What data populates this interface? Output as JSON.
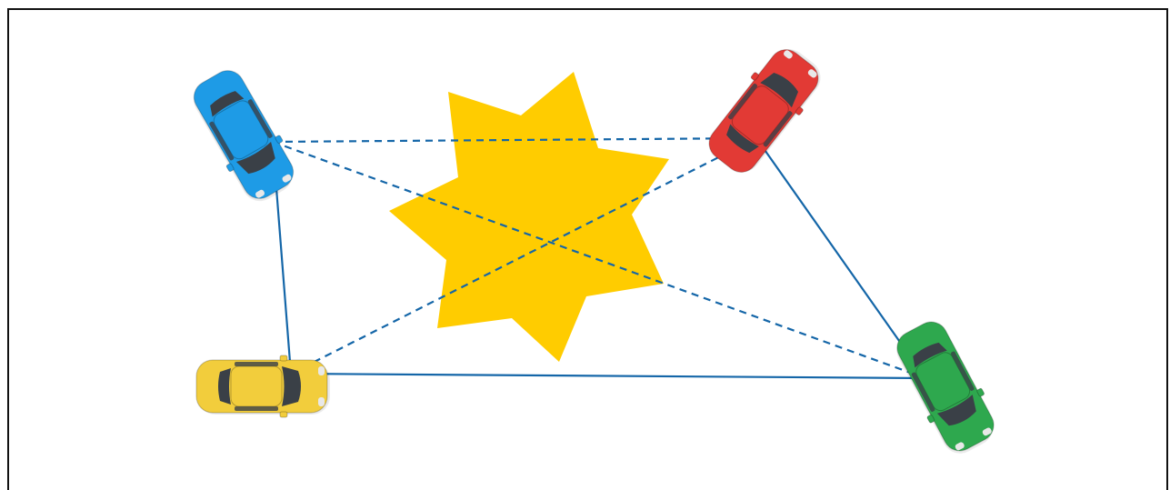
{
  "colors": {
    "background": "#ffffff",
    "frame": "#111111",
    "link": "#1466a8",
    "burst": "#ffcc00",
    "glass": "#3a4047",
    "light": "#e8e8e8"
  },
  "nodes": [
    {
      "id": "blue",
      "color": "#1e9be6",
      "icon": "car-icon"
    },
    {
      "id": "red",
      "color": "#e23a35",
      "icon": "car-icon"
    },
    {
      "id": "yellow",
      "color": "#f2cd3c",
      "icon": "car-icon"
    },
    {
      "id": "green",
      "color": "#2ea84e",
      "icon": "car-icon"
    }
  ],
  "links": {
    "solid": [
      [
        "blue",
        "yellow"
      ],
      [
        "yellow",
        "green"
      ],
      [
        "red",
        "green"
      ]
    ],
    "dashed": [
      [
        "blue",
        "red"
      ],
      [
        "blue",
        "green"
      ],
      [
        "yellow",
        "red"
      ]
    ]
  },
  "obstacle": {
    "shape": "seven-point-star",
    "icon": "obstacle-burst-icon"
  }
}
